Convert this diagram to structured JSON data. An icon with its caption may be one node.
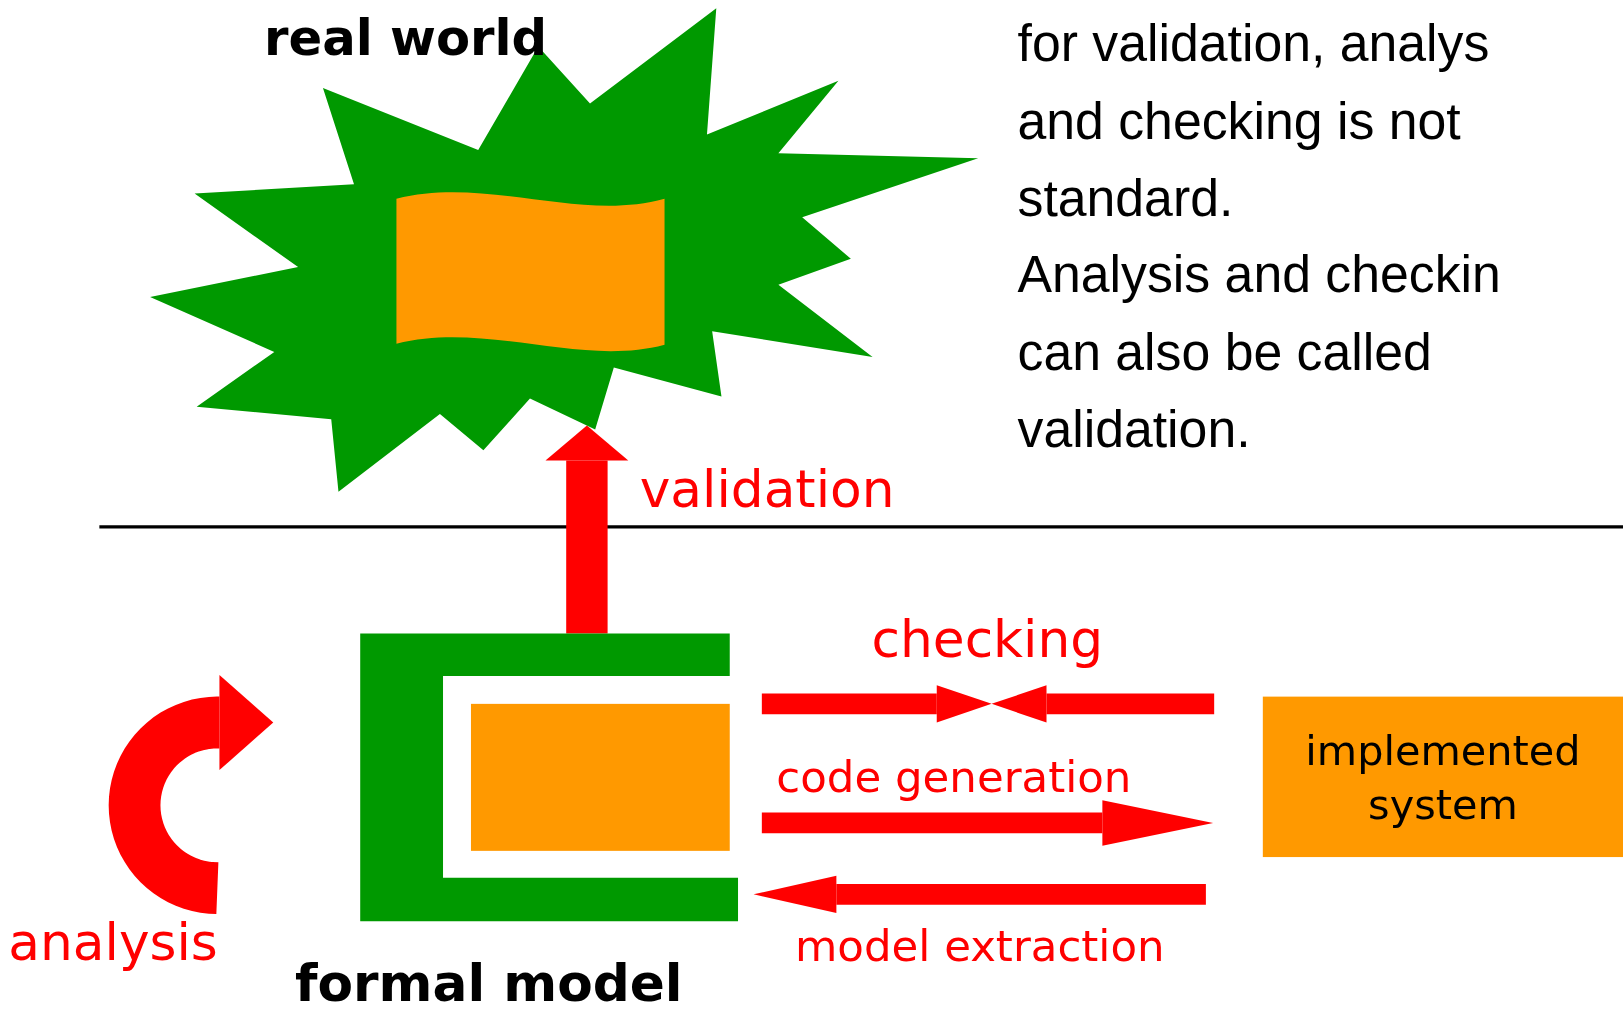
{
  "diagram": {
    "nodes": [
      {
        "text": [
          "real world"
        ]
      },
      {
        "text": [
          "formal model"
        ]
      },
      {
        "text": [
          "implemented system"
        ]
      }
    ],
    "edges": [
      {
        "from": 1,
        "to": 0,
        "arrow": "to",
        "label": "validation",
        "style": "thick"
      },
      {
        "from": null,
        "to": 1,
        "arrow": "to",
        "label": "analysis",
        "style": "thick"
      },
      {
        "from": 1,
        "to": null,
        "arrow": "to",
        "label": "checking"
      },
      {
        "from": 2,
        "to": null,
        "arrow": "to"
      },
      {
        "from": 1,
        "to": 2,
        "arrow": "to",
        "label": "code generation"
      },
      {
        "from": 2,
        "to": 1,
        "arrow": "to",
        "label": "model extraction"
      }
    ],
    "labels": [
      "for validation, analys and checking is not standard.",
      "Analysis and checkin can also be called validation."
    ]
  }
}
